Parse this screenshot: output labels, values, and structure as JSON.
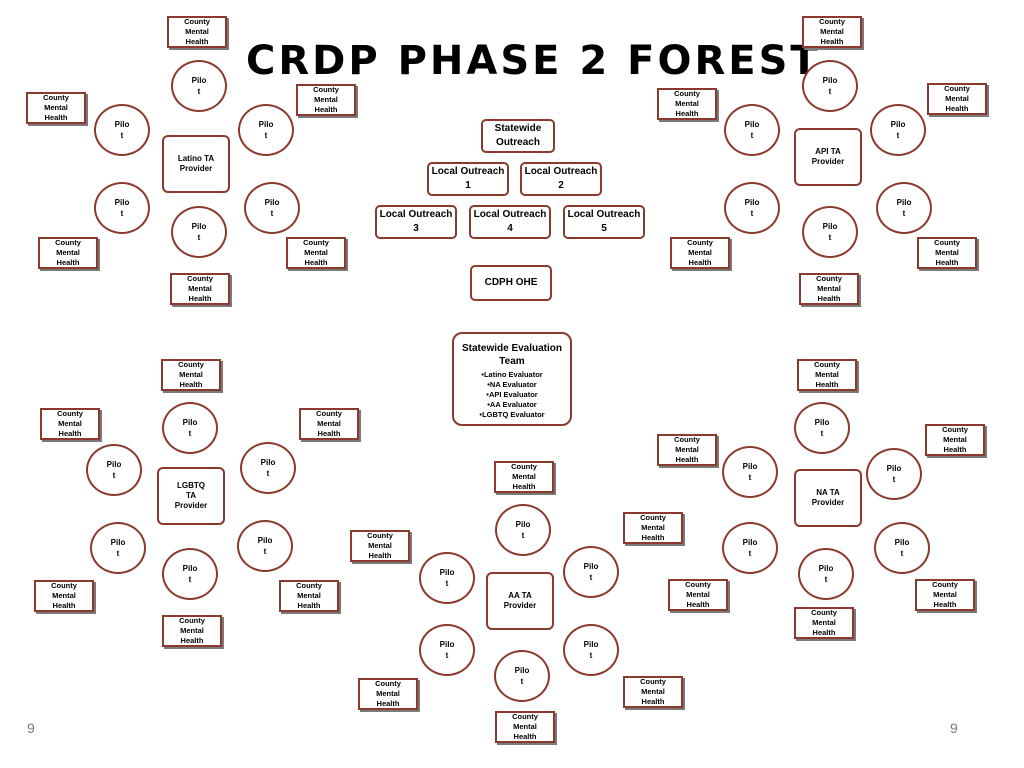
{
  "title": "CRDP PHASE 2 FOREST",
  "labels": {
    "county": "County Mental Health",
    "pilot": "Pilot"
  },
  "providers": {
    "latino": "Latino TA Provider",
    "api": "API TA Provider",
    "lgbtq": "LGBTQ TA Provider",
    "na": "NA TA Provider",
    "aa": "AA TA Provider"
  },
  "center": {
    "statewide_outreach": "Statewide Outreach",
    "local_outreach": [
      "Local Outreach 1",
      "Local Outreach 2",
      "Local Outreach 3",
      "Local Outreach 4",
      "Local Outreach 5"
    ],
    "cdph": "CDPH OHE"
  },
  "evaluation": {
    "title": "Statewide Evaluation Team",
    "items": [
      "Latino Evaluator",
      "NA Evaluator",
      "API Evaluator",
      "AA Evaluator",
      "LGBTQ Evaluator"
    ]
  },
  "page_number": "9",
  "colors": {
    "border": "#8b3a2e",
    "shadow": "#7a7a7a"
  }
}
